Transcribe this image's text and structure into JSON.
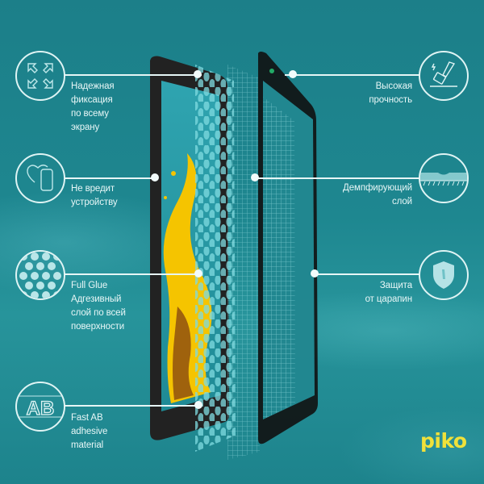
{
  "features_left": [
    {
      "icon": "arrows-out-icon",
      "lines": [
        "Надежная",
        "фиксация",
        "по всему",
        "экрану"
      ]
    },
    {
      "icon": "heart-phone-icon",
      "lines": [
        "Не вредит",
        "устройству"
      ]
    },
    {
      "icon": "dots-pattern-icon",
      "lines": [
        "Full Glue",
        "Адгезивный",
        "слой по всей",
        "поверхности"
      ]
    },
    {
      "icon": "fast-ab-icon",
      "lines": [
        "Fast AB",
        "adhesive",
        "material"
      ]
    }
  ],
  "features_right": [
    {
      "icon": "hammer-impact-icon",
      "lines": [
        "Высокая",
        "прочность"
      ]
    },
    {
      "icon": "damping-layer-icon",
      "lines": [
        "Демпфирующий",
        "слой"
      ]
    },
    {
      "icon": "shield-icon",
      "lines": [
        "Защита",
        "от царапин"
      ]
    }
  ],
  "brand": {
    "logo": "piko",
    "color": "#f0e13a"
  },
  "colors": {
    "background": "#1d818b",
    "line": "#e6f6f6",
    "bezel": "#1c1c1c",
    "liquid": "#f2c200"
  }
}
